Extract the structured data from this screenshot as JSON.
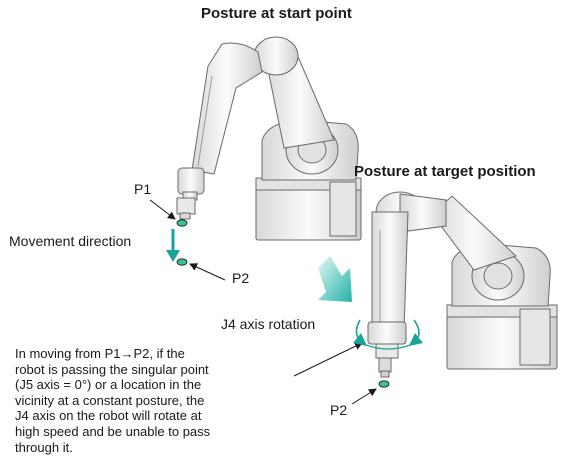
{
  "labels": {
    "start_title": "Posture at start point",
    "target_title": "Posture at target position",
    "p1": "P1",
    "p2": "P2",
    "p2_target": "P2",
    "movement_direction": "Movement direction",
    "j4_rotation": "J4 axis rotation"
  },
  "note_lines": [
    "In moving from P1→P2, if the",
    "robot is passing the singular point",
    "(J5 axis = 0°) or a location in the",
    "vicinity at a constant posture, the",
    "J4 axis on the robot will rotate at",
    "high speed and be unable to pass",
    "through it."
  ],
  "colors": {
    "accent_teal": "#1aa39a",
    "marker_green": "#3bbf95",
    "robot_body": "#eeeeee",
    "robot_outline": "#6a6a6a"
  }
}
